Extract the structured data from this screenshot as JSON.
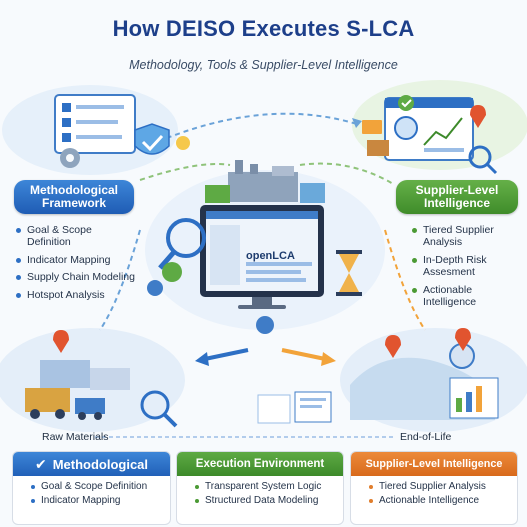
{
  "header": {
    "title": "How DEISO Executes S-LCA",
    "subtitle": "Methodology, Tools & Supplier-Level Intelligence"
  },
  "left_panel": {
    "label": "Methodological Framework",
    "items": [
      "Goal & Scope Definition",
      "Indicator Mapping",
      "Supply Chain Modeling",
      "Hotspot Analysis"
    ]
  },
  "right_panel": {
    "label": "Supplier-Level Intelligence",
    "items": [
      "Tiered Supplier Analysis",
      "In-Depth Risk Assesment",
      "Actionable Intelligence"
    ]
  },
  "center": {
    "software_label": "openLCA"
  },
  "lifecycle": {
    "start_label": "Raw Materials",
    "end_label": "End-of-Life"
  },
  "cards": [
    {
      "title": "Methodological",
      "icon": "checkmark-icon",
      "items": [
        "Goal & Scope Definition",
        "Indicator Mapping"
      ]
    },
    {
      "title": "Execution Environment",
      "items": [
        "Transparent System Logic",
        "Structured Data Modeling"
      ]
    },
    {
      "title": "Supplier-Level Intelligence",
      "items": [
        "Tiered Supplier Analysis",
        "Actionable Intelligence"
      ]
    }
  ],
  "colors": {
    "title": "#1d3f8a",
    "blue": "#2d6fc4",
    "green": "#4b9a34",
    "orange": "#e07d2c"
  }
}
